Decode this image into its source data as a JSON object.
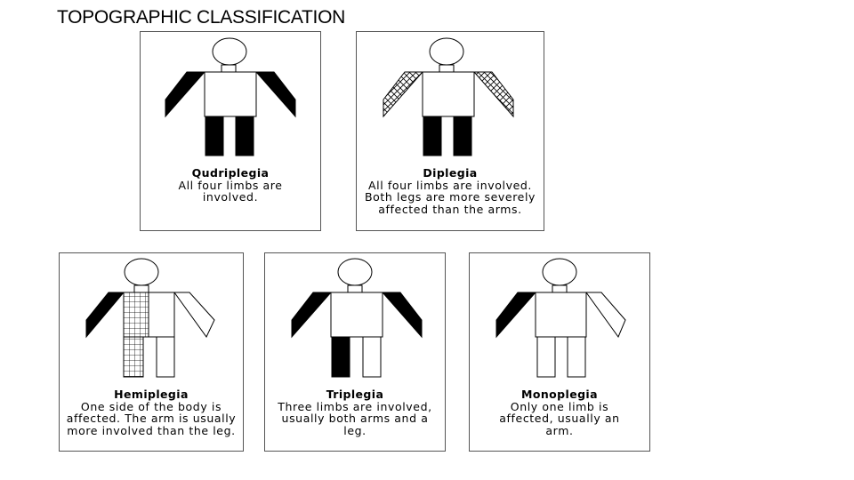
{
  "title": "TOPOGRAPHIC CLASSIFICATION",
  "cards": [
    {
      "name": "Qudriplegia",
      "desc": "All four limbs are involved."
    },
    {
      "name": "Diplegia",
      "desc": "All four limbs are involved.  Both legs are more severely affected than the arms."
    },
    {
      "name": "Hemiplegia",
      "desc": "One side of the body is affected.  The arm is usually more involved than the leg."
    },
    {
      "name": "Triplegia",
      "desc": "Three limbs are involved, usually both arms and a leg."
    },
    {
      "name": "Monoplegia",
      "desc": "Only one limb is affected, usually an arm."
    }
  ]
}
